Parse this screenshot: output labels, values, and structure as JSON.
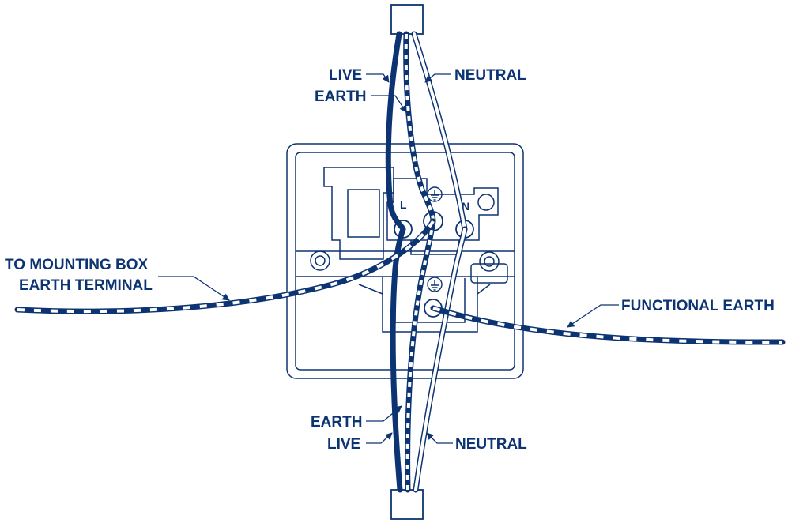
{
  "colors": {
    "navy": "#0d3472",
    "white": "#ffffff"
  },
  "terminals": {
    "live": "L",
    "neutral": "N"
  },
  "labels": {
    "live_top": "LIVE",
    "earth_top": "EARTH",
    "neutral_top": "NEUTRAL",
    "mounting_line1": "TO MOUNTING BOX",
    "mounting_line2": "EARTH TERMINAL",
    "functional_earth": "FUNCTIONAL EARTH",
    "earth_bottom": "EARTH",
    "live_bottom": "LIVE",
    "neutral_bottom": "NEUTRAL"
  },
  "icons": {
    "earth_terminal_top": "earth-symbol-icon",
    "earth_terminal_bottom": "earth-symbol-icon"
  }
}
